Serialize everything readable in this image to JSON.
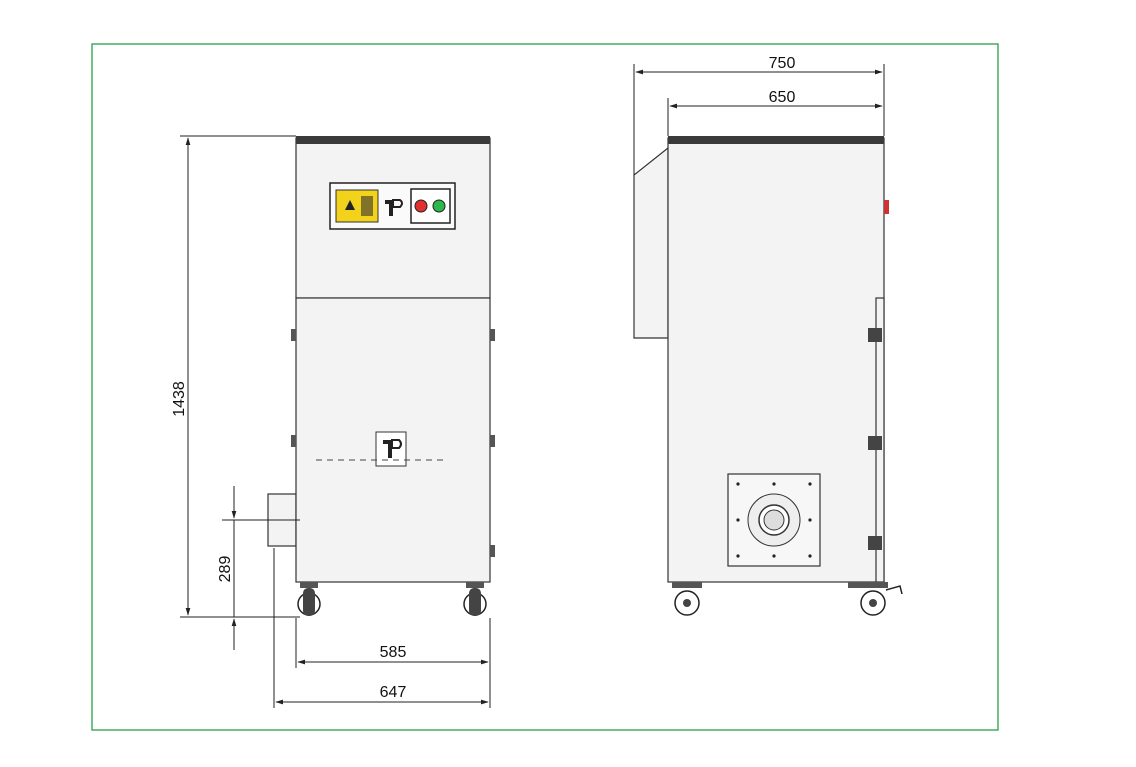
{
  "frame_color": "#3aa655",
  "accent_colors": {
    "panel_label": "#f2d21b",
    "stop_button": "#e03030",
    "start_button": "#2db84b",
    "top_cap": "#3a3a3a"
  },
  "dimensions": {
    "height_front": "1438",
    "inlet_height": "289",
    "width_inner": "585",
    "width_outer": "647",
    "depth_overall": "750",
    "depth_body": "650"
  },
  "icons": {
    "warning_label": "warning-label-icon",
    "brand_logo": "brand-logo-icon",
    "stop_button": "stop-button-icon",
    "start_button": "start-button-icon"
  }
}
